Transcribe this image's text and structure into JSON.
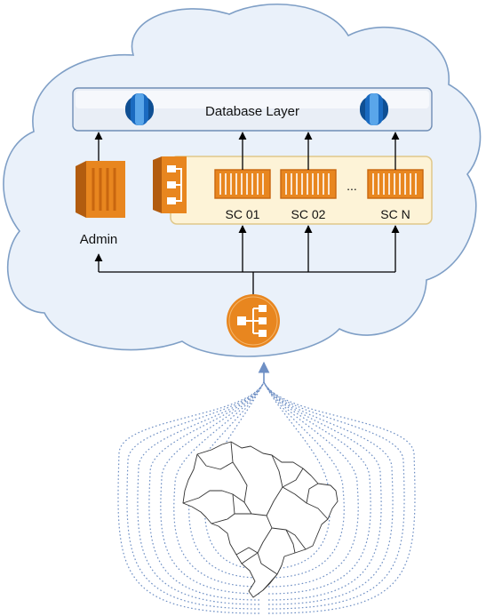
{
  "database_layer": {
    "label": "Database Layer"
  },
  "admin": {
    "label": "Admin"
  },
  "containers": [
    {
      "label": "SC 01"
    },
    {
      "label": "SC 02"
    },
    {
      "label": "SC N"
    }
  ],
  "ellipsis": "...",
  "colors": {
    "cloud_fill": "#eaf1fa",
    "cloud_stroke": "#7f9fc6",
    "aws_orange": "#e8861f",
    "aws_orange_dark": "#b25c0f",
    "container_group_fill": "#fdf3d7",
    "container_group_stroke": "#e0c88a",
    "db_icon": "#1a5fa8",
    "dotted_lines": "#6e8fc4"
  },
  "icons": {
    "admin": "ec2-instance-icon",
    "ecs": "ecs-cluster-icon",
    "container": "container-icon",
    "database": "database-icon",
    "load_balancer": "load-balancer-icon",
    "map": "brazil-map"
  }
}
